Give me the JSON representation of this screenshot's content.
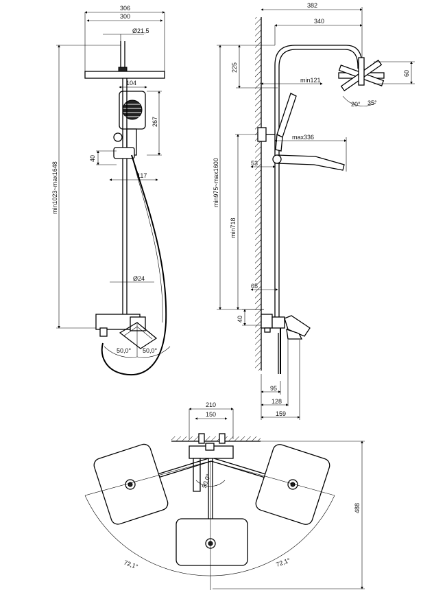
{
  "front_view": {
    "dim_306": "306",
    "dim_300": "300",
    "dim_d21_5": "Ø21,5",
    "dim_104": "104",
    "dim_267": "267",
    "dim_40": "40",
    "dim_117": "117",
    "dim_height": "min1023~max1648",
    "dim_d24": "Ø24",
    "angle_left": "50,0°",
    "angle_right": "50,0°"
  },
  "side_view": {
    "dim_382": "382",
    "dim_340": "340",
    "dim_225": "225",
    "dim_60": "60",
    "dim_min121": "min121",
    "angle_20": "20°",
    "angle_35": "35°",
    "dim_max336": "max336",
    "dim_53": "53",
    "dim_height": "min975~max1600",
    "dim_min718": "min718",
    "dim_65": "65",
    "dim_40": "40",
    "dim_95": "95",
    "dim_128": "128",
    "dim_159": "159"
  },
  "top_view": {
    "dim_210": "210",
    "dim_150": "150",
    "angle_90": "90,0°",
    "dim_488": "488",
    "angle_left": "72,1°",
    "angle_right": "72,1°"
  }
}
